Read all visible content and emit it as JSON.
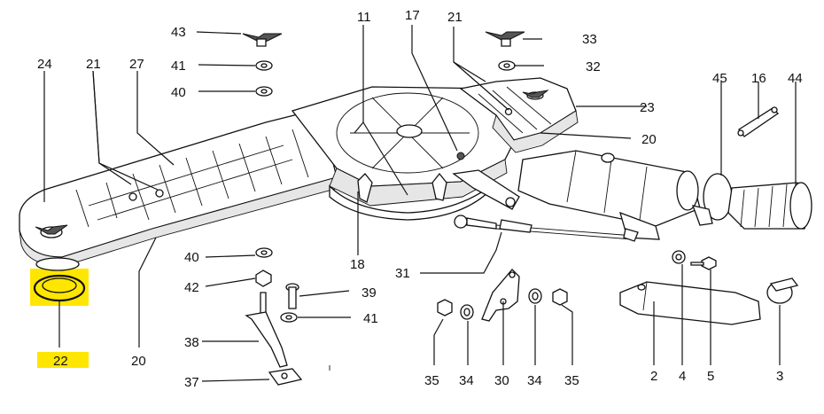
{
  "labels": {
    "l43": "43",
    "l41a": "41",
    "l40a": "40",
    "l24": "24",
    "l21a": "21",
    "l27": "27",
    "l11": "11",
    "l17": "17",
    "l21b": "21",
    "l33": "33",
    "l32": "32",
    "l45": "45",
    "l16": "16",
    "l44": "44",
    "l23": "23",
    "l20a": "20",
    "l22": "22",
    "l20b": "20",
    "l40b": "40",
    "l42": "42",
    "l39": "39",
    "l41b": "41",
    "l38": "38",
    "l37": "37",
    "l18": "18",
    "l31": "31",
    "l35a": "35",
    "l34a": "34",
    "l30": "30",
    "l34b": "34",
    "l35b": "35",
    "l2": "2",
    "l4": "4",
    "l5": "5",
    "l3": "3"
  },
  "highlight": {
    "color": "#ffe600",
    "target": "22"
  }
}
